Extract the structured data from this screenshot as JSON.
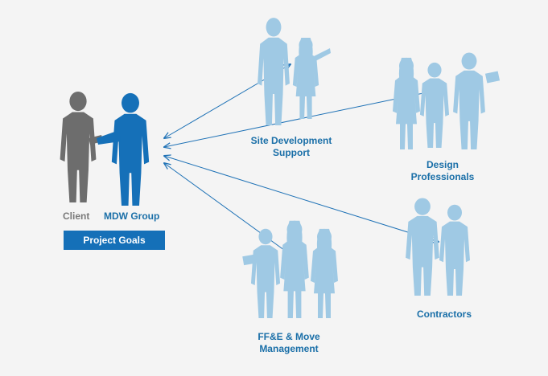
{
  "colors": {
    "background": "#f4f4f4",
    "client_figure": "#6d6d6d",
    "mdw_figure": "#1570b8",
    "stakeholder_figures": "#9fc9e4",
    "arrow": "#1f72b6",
    "goals_box": "#1570b8",
    "goals_text": "#ffffff"
  },
  "labels": {
    "client": "Client",
    "mdw_group": "MDW Group",
    "project_goals": "Project Goals",
    "site_development": [
      "Site Development",
      "Support"
    ],
    "design_professionals": [
      "Design",
      "Professionals"
    ],
    "contractors": "Contractors",
    "ffe": [
      "FF&E & Move",
      "Management"
    ]
  },
  "diagram": {
    "hub": "MDW Group",
    "connections": [
      "Site Development Support",
      "Design Professionals",
      "Contractors",
      "FF&E & Move Management"
    ],
    "arrow_style": "double-headed"
  }
}
